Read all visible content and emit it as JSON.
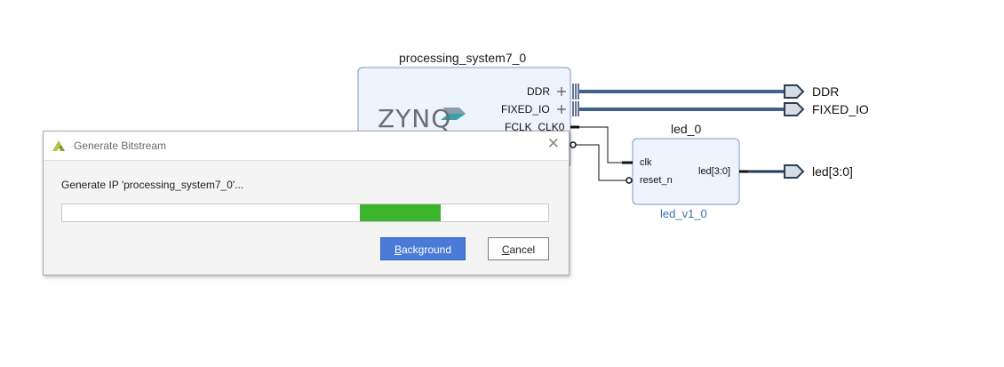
{
  "diagram": {
    "ps_block": {
      "title": "processing_system7_0",
      "logo_text": "ZYNQ",
      "pins": {
        "ddr": "DDR",
        "fixed_io": "FIXED_IO",
        "fclk": "FCLK_CLK0"
      }
    },
    "led_block": {
      "title": "led_0",
      "subtitle": "led_v1_0",
      "pins": {
        "clk": "clk",
        "reset_n": "reset_n",
        "led": "led[3:0]"
      }
    },
    "ports": {
      "ddr": "DDR",
      "fixed_io": "FIXED_IO",
      "led": "led[3:0]"
    },
    "colors": {
      "block_fill": "#eef4fd",
      "block_border": "#7e98bd",
      "bus": "#3f628e",
      "port_fill": "#d6dce4"
    }
  },
  "dialog": {
    "title": "Generate Bitstream",
    "message": "Generate IP 'processing_system7_0'...",
    "close_icon": "close-icon",
    "progress": {
      "indeterminate": true
    },
    "background_button": {
      "underlined": "B",
      "rest": "ackground"
    },
    "cancel_button": {
      "underlined": "C",
      "rest": "ancel"
    },
    "colors": {
      "progress": "#3cb42d",
      "primary": "#4a7bd6"
    }
  }
}
